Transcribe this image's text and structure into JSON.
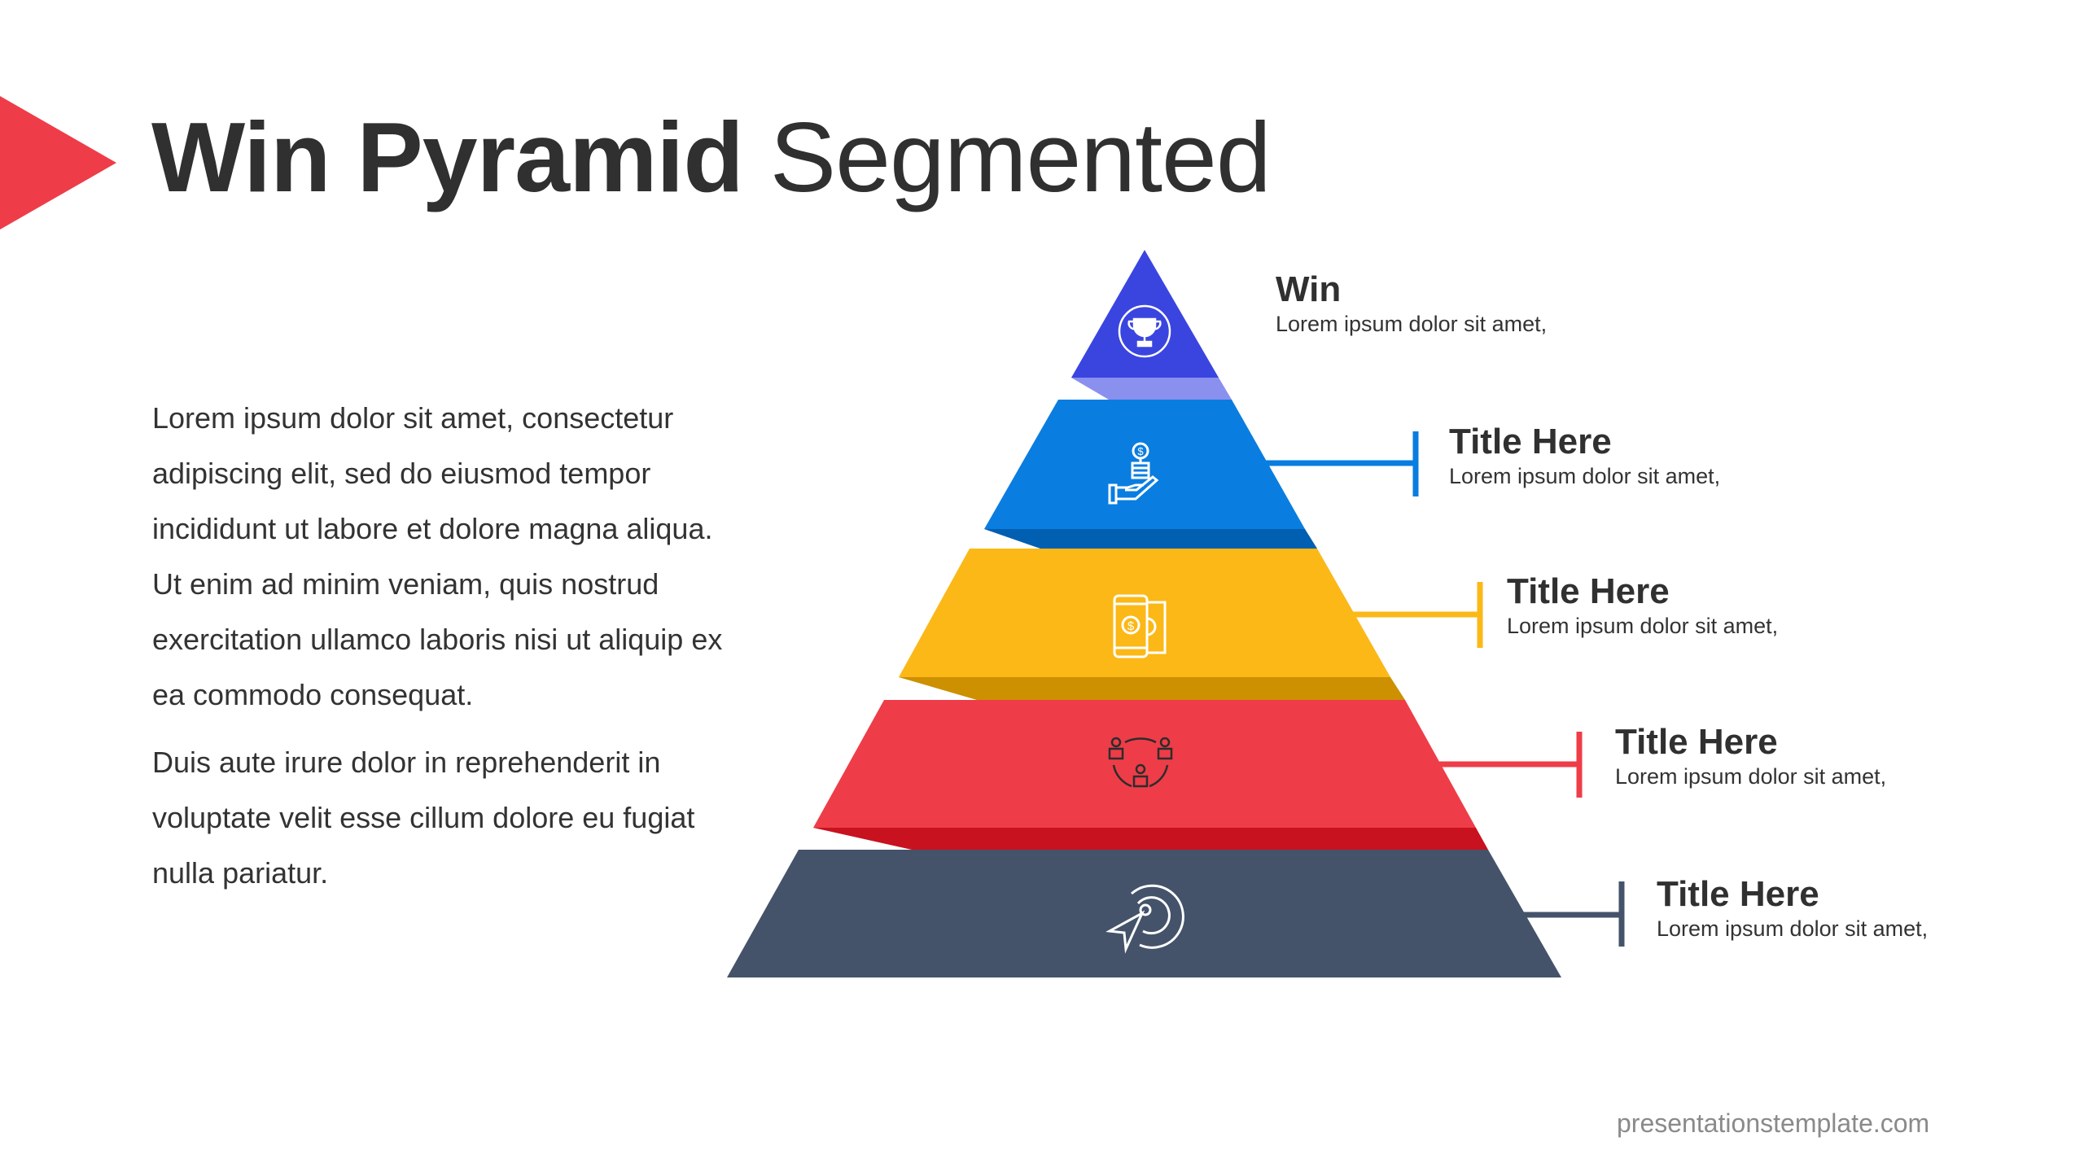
{
  "title": {
    "bold": "Win Pyramid",
    "light": "Segmented"
  },
  "body": {
    "paragraph1": "Lorem ipsum dolor sit amet, consectetur adipiscing elit, sed do eiusmod tempor incididunt ut labore et dolore magna aliqua. Ut enim ad minim veniam, quis nostrud exercitation ullamco laboris nisi ut aliquip ex ea commodo consequat.",
    "paragraph2": "Duis aute irure dolor in reprehenderit in voluptate velit esse cillum dolore eu fugiat nulla pariatur."
  },
  "levels": [
    {
      "title": "Win",
      "desc": "Lorem ipsum dolor sit amet,",
      "icon": "trophy-icon",
      "color": "#3a45e0"
    },
    {
      "title": "Title Here",
      "desc": "Lorem ipsum dolor sit amet,",
      "icon": "hand-coins-icon",
      "color": "#0a7de0"
    },
    {
      "title": "Title Here",
      "desc": "Lorem ipsum dolor sit amet,",
      "icon": "mobile-payment-icon",
      "color": "#fbb817"
    },
    {
      "title": "Title Here",
      "desc": "Lorem ipsum dolor sit amet,",
      "icon": "team-network-icon",
      "color": "#ee3d48"
    },
    {
      "title": "Title Here",
      "desc": "Lorem ipsum dolor sit amet,",
      "icon": "target-icon",
      "color": "#44536a"
    }
  ],
  "footer": "presentationstemplate.com",
  "accent": "#ee3d48"
}
